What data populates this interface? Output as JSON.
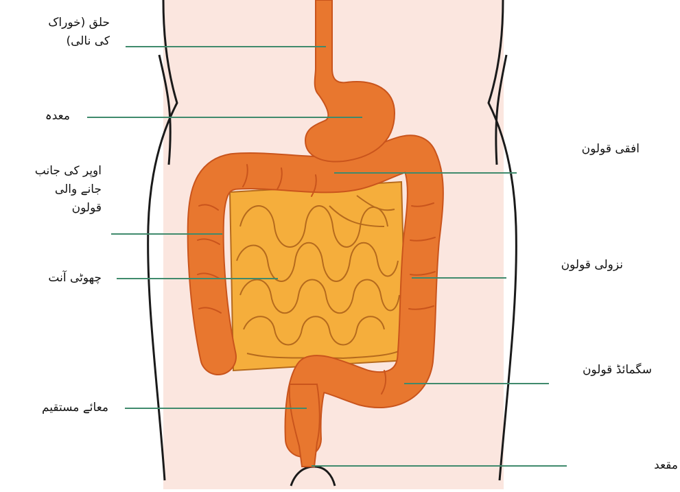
{
  "labels": {
    "esophagus": [
      "حلق (خوراک",
      "کی نالی)"
    ],
    "stomach": "معدہ",
    "ascending_colon": [
      "اوپر کی جانب",
      "جانے والی",
      "قولون"
    ],
    "small_intestine": "چھوٹی آنت",
    "rectum": "معائے مستقیم",
    "transverse_colon": "افقی قولون",
    "descending_colon": "نزولی قولون",
    "sigmoid_colon": "سگمائڈ قولون",
    "anus": "مقعد"
  },
  "colors": {
    "background_body": "#fbe6df",
    "organ_orange": "#e8772f",
    "organ_outline": "#c9541c",
    "small_intestine": "#f5ae3c",
    "small_intestine_outline": "#b56a1d",
    "body_outline": "#1a1a1a",
    "leader_line": "#3f8a6c"
  }
}
